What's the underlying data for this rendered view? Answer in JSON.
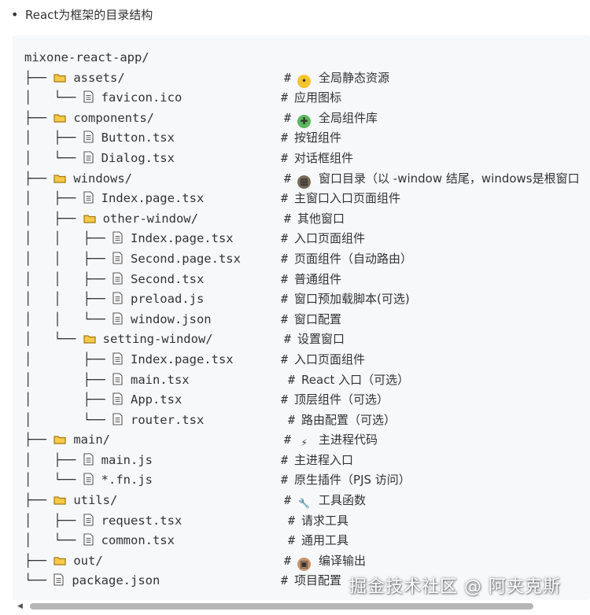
{
  "heading": {
    "bullet": "•",
    "text": "React为框架的目录结构"
  },
  "tree": [
    {
      "prefix": "",
      "icon": "",
      "name": "mixone-react-app/",
      "comment": "",
      "emoji": ""
    },
    {
      "prefix": "├── ",
      "icon": "folder",
      "name": "assets/",
      "comment": "全局静态资源",
      "emoji": "palette"
    },
    {
      "prefix": "│   └── ",
      "icon": "file",
      "name": "favicon.ico",
      "comment": "应用图标",
      "emoji": ""
    },
    {
      "prefix": "├── ",
      "icon": "folder",
      "name": "components/",
      "comment": "全局组件库",
      "emoji": "puzzle"
    },
    {
      "prefix": "│   ├── ",
      "icon": "file",
      "name": "Button.tsx",
      "comment": "按钮组件",
      "emoji": ""
    },
    {
      "prefix": "│   └── ",
      "icon": "file",
      "name": "Dialog.tsx",
      "comment": "对话框组件",
      "emoji": ""
    },
    {
      "prefix": "├── ",
      "icon": "folder",
      "name": "windows/",
      "comment": "窗口目录（以 -window 结尾，windows是根窗口",
      "emoji": "frame"
    },
    {
      "prefix": "│   ├── ",
      "icon": "file",
      "name": "Index.page.tsx",
      "comment": "主窗口入口页面组件",
      "emoji": ""
    },
    {
      "prefix": "│   ├── ",
      "icon": "folder",
      "name": "other-window/",
      "comment": "其他窗口",
      "emoji": ""
    },
    {
      "prefix": "│   │   ├── ",
      "icon": "file",
      "name": "Index.page.tsx",
      "comment": "入口页面组件",
      "emoji": ""
    },
    {
      "prefix": "│   │   ├── ",
      "icon": "file",
      "name": "Second.page.tsx",
      "comment": "页面组件（自动路由）",
      "emoji": ""
    },
    {
      "prefix": "│   │   ├── ",
      "icon": "file",
      "name": "Second.tsx",
      "comment": "普通组件",
      "emoji": ""
    },
    {
      "prefix": "│   │   ├── ",
      "icon": "file",
      "name": "preload.js",
      "comment": "窗口预加载脚本(可选)",
      "emoji": ""
    },
    {
      "prefix": "│   │   └── ",
      "icon": "file",
      "name": "window.json",
      "comment": "窗口配置",
      "emoji": ""
    },
    {
      "prefix": "│   └── ",
      "icon": "folder",
      "name": "setting-window/",
      "comment": "设置窗口",
      "emoji": ""
    },
    {
      "prefix": "│       ├── ",
      "icon": "file",
      "name": "Index.page.tsx",
      "comment": "入口页面组件",
      "emoji": ""
    },
    {
      "prefix": "│       ├── ",
      "icon": "file",
      "name": "main.tsx",
      "comment": "React 入口（可选）",
      "emoji": ""
    },
    {
      "prefix": "│       ├── ",
      "icon": "file",
      "name": "App.tsx",
      "comment": "顶层组件（可选）",
      "emoji": ""
    },
    {
      "prefix": "│       └── ",
      "icon": "file",
      "name": "router.tsx",
      "comment": "路由配置（可选）",
      "emoji": ""
    },
    {
      "prefix": "├── ",
      "icon": "folder",
      "name": "main/",
      "comment": "主进程代码",
      "emoji": "zap"
    },
    {
      "prefix": "│   ├── ",
      "icon": "file",
      "name": "main.js",
      "comment": "主进程入口",
      "emoji": ""
    },
    {
      "prefix": "│   └── ",
      "icon": "file",
      "name": "*.fn.js",
      "comment": "原生插件（PJS 访问）",
      "emoji": ""
    },
    {
      "prefix": "├── ",
      "icon": "folder",
      "name": "utils/",
      "comment": "工具函数",
      "emoji": "wrench"
    },
    {
      "prefix": "│   ├── ",
      "icon": "file",
      "name": "request.tsx",
      "comment": "请求工具",
      "emoji": ""
    },
    {
      "prefix": "│   └── ",
      "icon": "file",
      "name": "common.tsx",
      "comment": "通用工具",
      "emoji": ""
    },
    {
      "prefix": "├── ",
      "icon": "folder",
      "name": "out/",
      "comment": "编译输出",
      "emoji": "package"
    },
    {
      "prefix": "└── ",
      "icon": "file",
      "name": "package.json",
      "comment": "项目配置",
      "emoji": ""
    }
  ],
  "comment_hash": "#",
  "watermark": "掘金技术社区 @ 阿夹克斯",
  "colors": {
    "code_background": "#f6f8fa",
    "folder_fill": "#f7c948",
    "folder_stroke": "#a27a12",
    "file_stroke": "#555555",
    "scroll_thumb": "#b5b5b5"
  }
}
